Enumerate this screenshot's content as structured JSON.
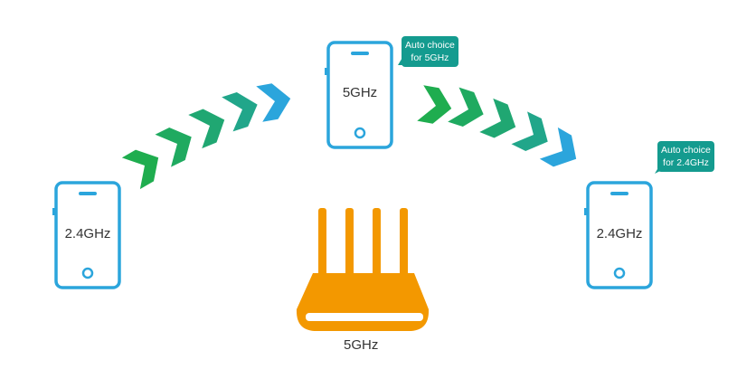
{
  "phones": {
    "left": {
      "band": "2.4GHz"
    },
    "center": {
      "band": "5GHz"
    },
    "right": {
      "band": "2.4GHz"
    }
  },
  "bubbles": {
    "center": {
      "line1": "Auto choice",
      "line2": "for 5GHz"
    },
    "right": {
      "line1": "Auto choice",
      "line2": "for 2.4GHz"
    }
  },
  "router": {
    "label": "5GHz"
  },
  "colors": {
    "phone": "#2ba5dc",
    "router": "#f39800",
    "bubble": "#149b8f",
    "arrow_green": "#1fad4f",
    "arrow_teal": "#20a699",
    "arrow_blue": "#2ba5dc"
  },
  "icons": {
    "phone": "smartphone-icon",
    "router": "wifi-router-icon",
    "arrow": "chevron-arrow-icon"
  }
}
